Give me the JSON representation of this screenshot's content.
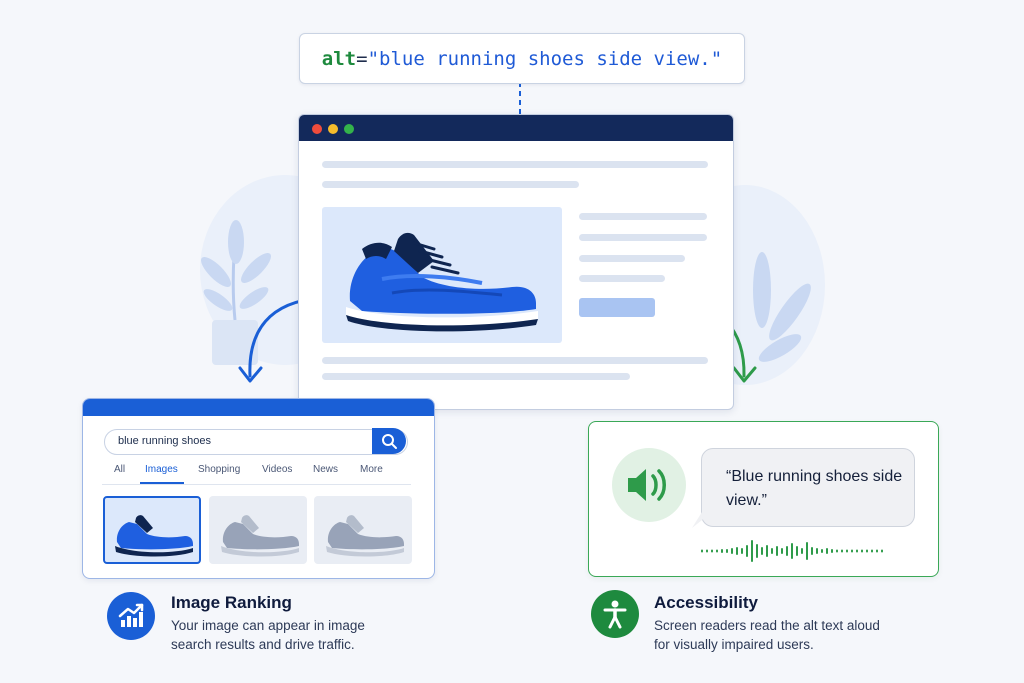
{
  "alt_code": {
    "attr": "alt",
    "equals": "=",
    "value": "\"blue running shoes side view.\""
  },
  "colors": {
    "brand_blue": "#1a5fd6",
    "brand_green": "#1e8a3e",
    "navy": "#13295b",
    "bg": "#f5f7fb"
  },
  "browser": {
    "window_dots": [
      "#ef4c3c",
      "#f5bc2c",
      "#34b34b"
    ],
    "hero_image": "blue-running-shoe-side-view"
  },
  "search_panel": {
    "query": "blue running shoes",
    "search_icon": "search-icon",
    "tabs": [
      {
        "label": "All",
        "active": false
      },
      {
        "label": "Images",
        "active": true
      },
      {
        "label": "Shopping",
        "active": false
      },
      {
        "label": "Videos",
        "active": false
      },
      {
        "label": "News",
        "active": false
      },
      {
        "label": "More",
        "active": false
      }
    ],
    "thumbnails": [
      {
        "name": "blue-shoe-thumbnail",
        "selected": true
      },
      {
        "name": "gray-shoe-thumbnail",
        "selected": false
      },
      {
        "name": "gray-shoe-thumbnail",
        "selected": false
      }
    ]
  },
  "accessibility_panel": {
    "speaker_icon": "speaker-icon",
    "spoken_text": "“Blue running shoes side view.”"
  },
  "features": {
    "ranking": {
      "icon": "trending-chart-icon",
      "title": "Image Ranking",
      "desc": "Your image can appear in image search results and drive traffic."
    },
    "accessibility": {
      "icon": "accessibility-person-icon",
      "title": "Accessibility",
      "desc": "Screen readers read the alt text aloud for visually impaired users."
    }
  }
}
